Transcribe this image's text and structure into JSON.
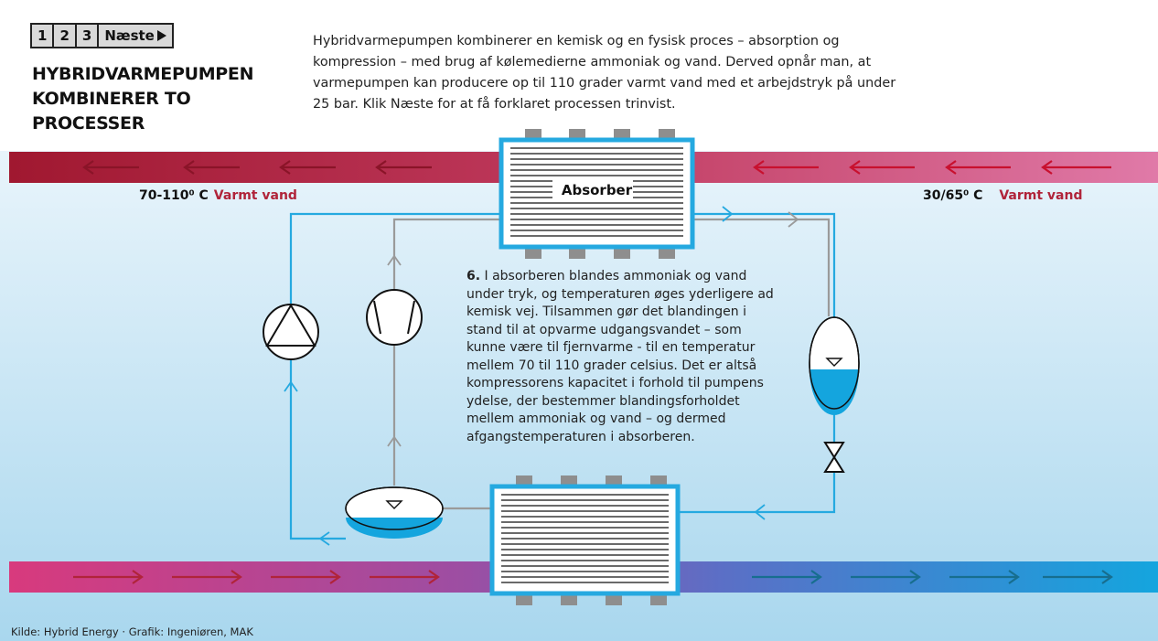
{
  "nav": {
    "step1": "1",
    "step2": "2",
    "step3": "3",
    "next": "Næste"
  },
  "title": "HYBRIDVARMEPUMPEN\nKOMBINERER TO PROCESSER",
  "intro": "Hybridvarmepumpen kombinerer en kemisk og en fysisk proces – absorption og kompression – med brug af kølemedierne ammoniak og vand. Derved opnår man, at varmepumpen kan producere op til 110 grader varmt vand med et arbejdstryk på under 25 bar. Klik Næste for at få forklaret processen trinvist.",
  "absorber_label": "Absorber",
  "outlet": {
    "temp": "70-110⁰ C",
    "label": "Varmt vand"
  },
  "inlet": {
    "temp": "30/65⁰ C",
    "label": "Varmt vand"
  },
  "step": {
    "number": "6.",
    "text": "I absorberen blandes ammoniak og vand under tryk, og temperaturen øges yderligere ad kemisk vej. Tilsammen gør det blandingen i stand til at opvarme udgangsvandet – som kunne være til fjernvarme - til en temperatur mellem 70 til 110 grader celsius. Det er altså kompressorens kapacitet i forhold til pumpens ydelse, der bestemmer blandingsforholdet mellem ammoniak og vand – og dermed afgangstemperaturen i absorberen."
  },
  "source": "Kilde: Hybrid Energy · Grafik: Ingeniøren, MAK",
  "colors": {
    "hot_dark": "#a01830",
    "hot_light": "#e07aa8",
    "cold_magenta": "#d83a7d",
    "cold_blue": "#14a5de",
    "pipe_blue": "#25a9e0",
    "pipe_gray": "#9a9a9a",
    "arrow_red": "#b0243a",
    "arrow_blue": "#176e8f"
  }
}
